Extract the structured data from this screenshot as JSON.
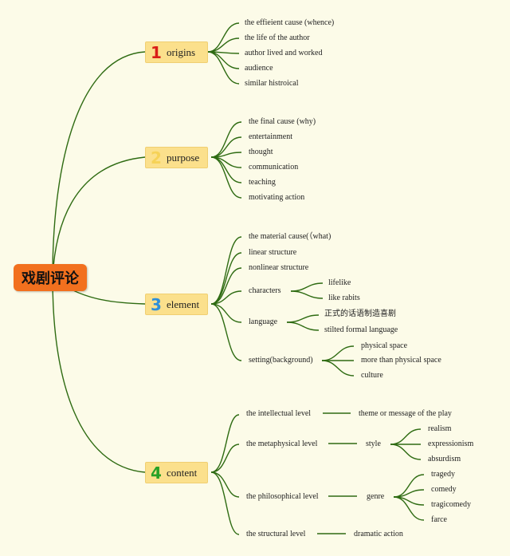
{
  "root": {
    "label": "戏剧评论"
  },
  "branches": [
    {
      "num": "1",
      "label": "origins",
      "color": "#d91e18",
      "items": [
        "the effieient cause (whence)",
        "the life of the author",
        "author lived and worked",
        "audience",
        "similar histroical"
      ]
    },
    {
      "num": "2",
      "label": "purpose",
      "color": "#f6d257",
      "items": [
        "the final cause (why)",
        "entertainment",
        "thought",
        "communication",
        "teaching",
        "motivating action"
      ]
    },
    {
      "num": "3",
      "label": "element",
      "color": "#2f8fd8",
      "items": [
        "the material cause(（what)",
        "linear structure",
        "nonlinear structure"
      ],
      "characters": {
        "label": "characters",
        "children": [
          "lifelike",
          "like rabits"
        ]
      },
      "language": {
        "label": "language",
        "children": [
          "正式的话语制造喜剧",
          "stilted formal language"
        ]
      },
      "setting": {
        "label": "setting(background)",
        "children": [
          "physical space",
          "more than physical space",
          "culture"
        ]
      }
    },
    {
      "num": "4",
      "label": "content",
      "color": "#27a127",
      "intellectual": {
        "label": "the intellectual level",
        "child": "theme or message of the play"
      },
      "metaphysical": {
        "label": "the metaphysical level",
        "child": "style",
        "leaves": [
          "realism",
          "expressionism",
          "absurdism"
        ]
      },
      "philosophical": {
        "label": "the philosophical level",
        "child": "genre",
        "leaves": [
          "tragedy",
          "comedy",
          "tragicomedy",
          "farce"
        ]
      },
      "structural": {
        "label": "the structural level",
        "child": "dramatic action"
      }
    }
  ],
  "colors": {
    "line": "#2e6b12",
    "root": "#f2701e",
    "branch_fill": "#fbe08c",
    "background": "#fcfbe8"
  }
}
